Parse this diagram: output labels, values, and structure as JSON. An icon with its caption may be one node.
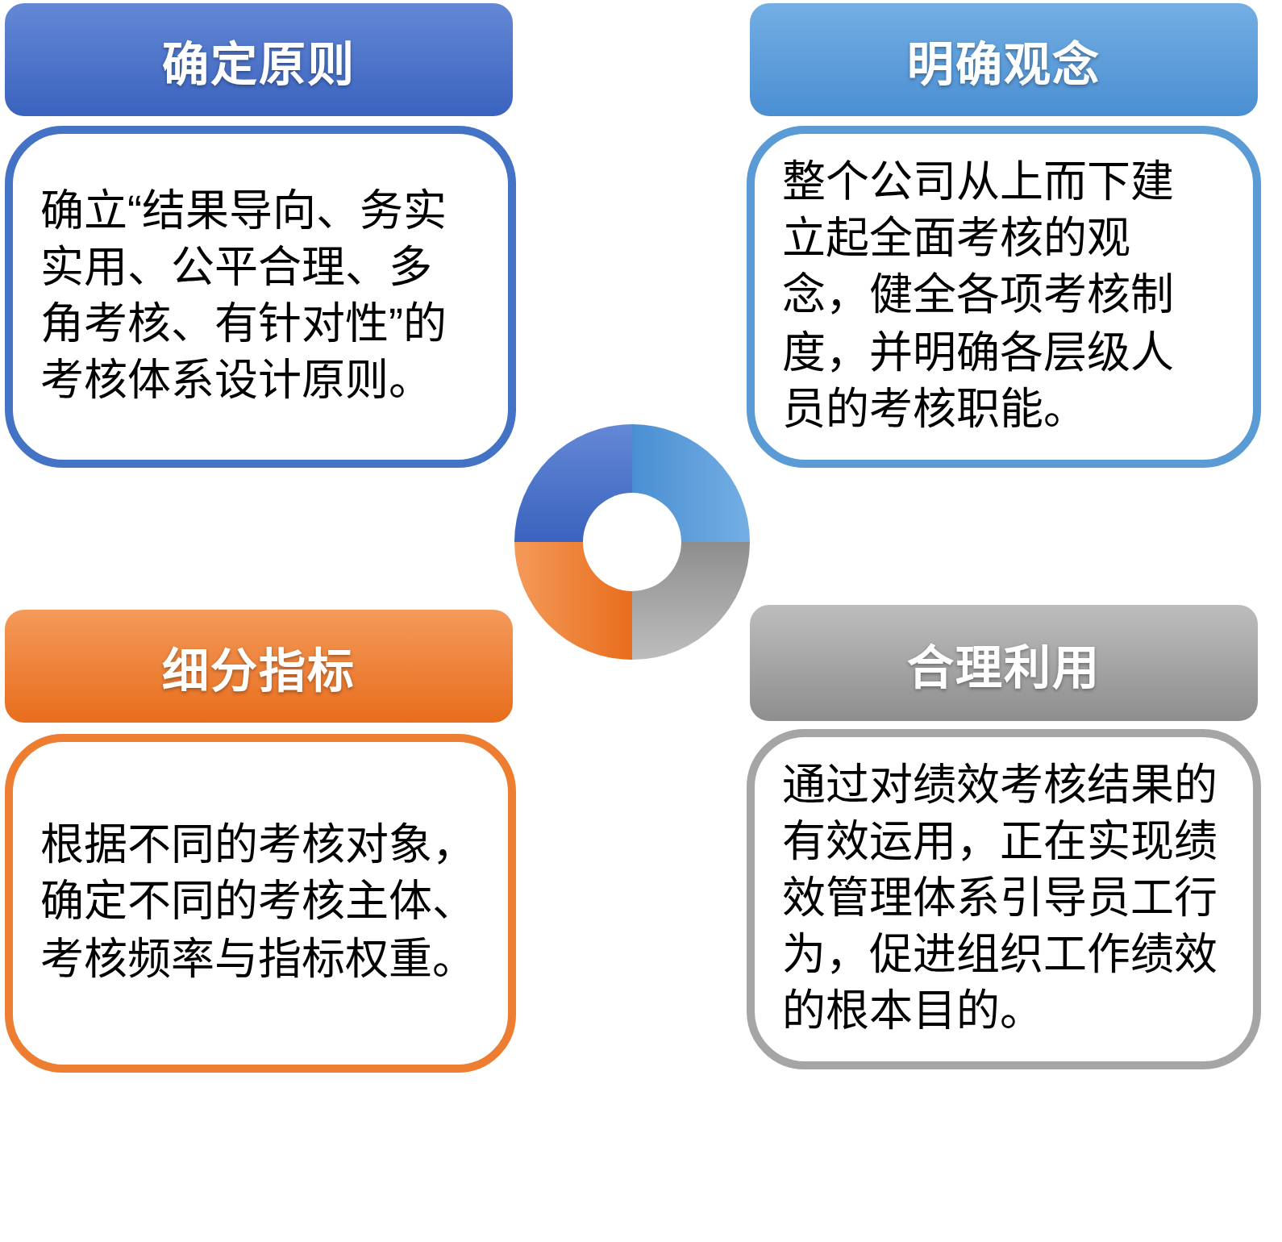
{
  "diagram": {
    "nodes": [
      {
        "text": [
          "确定原则"
        ]
      },
      {
        "text": [
          "确立“结果导向、务实实用、公平合理、多角考核、有针对性”的考核体系设计原则。"
        ]
      },
      {
        "text": [
          "明确观念"
        ]
      },
      {
        "text": [
          "整个公司从上而下建立起全面考核的观念，健全各项考核制度，并明确各层级人员的考核职能。"
        ]
      },
      {
        "text": [
          "细分指标"
        ]
      },
      {
        "text": [
          "根据不同的考核对象，确定不同的考核主体、考核频率与指标权重。"
        ]
      },
      {
        "text": [
          "合理利用"
        ]
      },
      {
        "text": [
          "通过对绩效考核结果的有效运用，正在实现绩效管理体系引导员工行为，促进组织工作绩效的根本目的。"
        ]
      }
    ]
  }
}
